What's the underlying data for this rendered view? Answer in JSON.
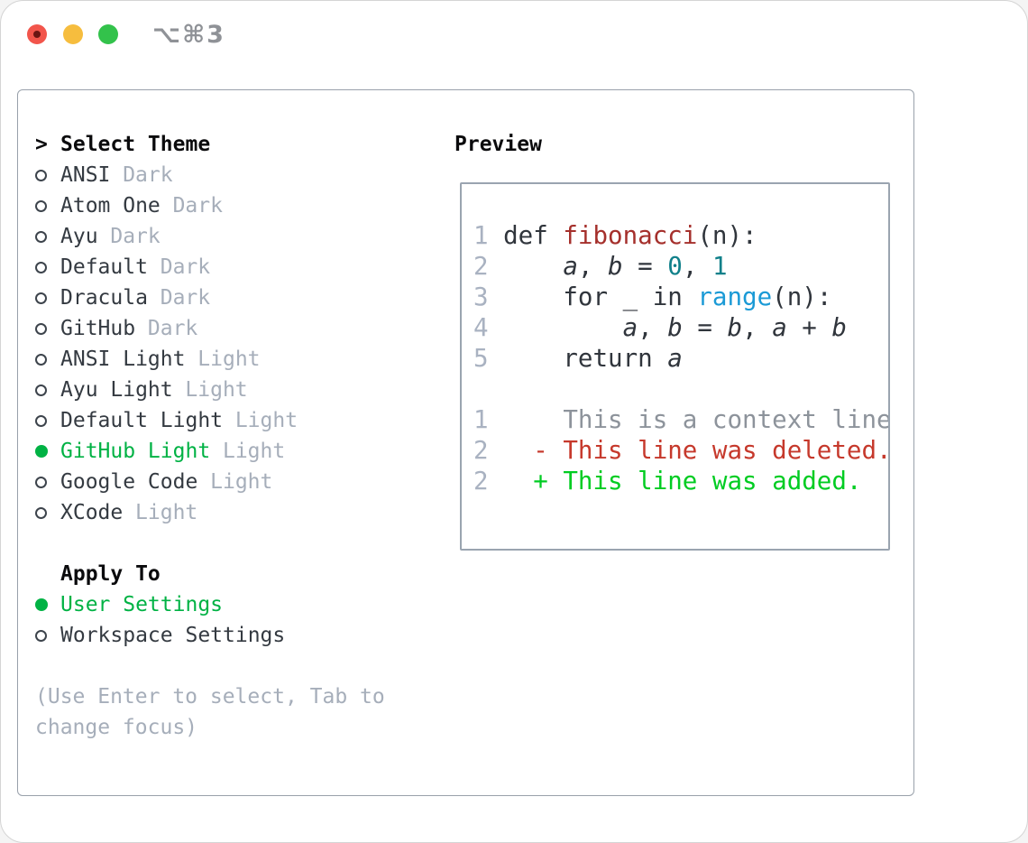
{
  "window": {
    "title_shortcut": "⌥⌘3",
    "traffic_lights": [
      "close",
      "minimize",
      "zoom"
    ]
  },
  "theme_list": {
    "prompt": ">",
    "title": "Select Theme",
    "items": [
      {
        "name": "ANSI",
        "variant": "Dark",
        "selected": false
      },
      {
        "name": "Atom One",
        "variant": "Dark",
        "selected": false
      },
      {
        "name": "Ayu",
        "variant": "Dark",
        "selected": false
      },
      {
        "name": "Default",
        "variant": "Dark",
        "selected": false
      },
      {
        "name": "Dracula",
        "variant": "Dark",
        "selected": false
      },
      {
        "name": "GitHub",
        "variant": "Dark",
        "selected": false
      },
      {
        "name": "ANSI Light",
        "variant": "Light",
        "selected": false
      },
      {
        "name": "Ayu Light",
        "variant": "Light",
        "selected": false
      },
      {
        "name": "Default Light",
        "variant": "Light",
        "selected": false
      },
      {
        "name": "GitHub Light",
        "variant": "Light",
        "selected": true
      },
      {
        "name": "Google Code",
        "variant": "Light",
        "selected": false
      },
      {
        "name": "XCode",
        "variant": "Light",
        "selected": false
      }
    ]
  },
  "apply_to": {
    "title": "Apply To",
    "options": [
      {
        "label": "User Settings",
        "selected": true
      },
      {
        "label": "Workspace Settings",
        "selected": false
      }
    ]
  },
  "hint_lines": [
    "(Use Enter to select, Tab to",
    "change focus)"
  ],
  "preview": {
    "title": "Preview",
    "code_lines": [
      {
        "num": "1",
        "segments": [
          {
            "t": "def ",
            "c": "plain"
          },
          {
            "t": "fibonacci",
            "c": "func"
          },
          {
            "t": "(n):",
            "c": "plain"
          }
        ]
      },
      {
        "num": "2",
        "segments": [
          {
            "t": "    ",
            "c": "plain"
          },
          {
            "t": "a",
            "c": "var"
          },
          {
            "t": ", ",
            "c": "plain"
          },
          {
            "t": "b",
            "c": "var"
          },
          {
            "t": " = ",
            "c": "plain"
          },
          {
            "t": "0",
            "c": "num"
          },
          {
            "t": ", ",
            "c": "plain"
          },
          {
            "t": "1",
            "c": "num"
          }
        ]
      },
      {
        "num": "3",
        "segments": [
          {
            "t": "    for _ in ",
            "c": "plain"
          },
          {
            "t": "range",
            "c": "builtin"
          },
          {
            "t": "(n):",
            "c": "plain"
          }
        ]
      },
      {
        "num": "4",
        "segments": [
          {
            "t": "        ",
            "c": "plain"
          },
          {
            "t": "a",
            "c": "var"
          },
          {
            "t": ", ",
            "c": "plain"
          },
          {
            "t": "b",
            "c": "var"
          },
          {
            "t": " = ",
            "c": "plain"
          },
          {
            "t": "b",
            "c": "var"
          },
          {
            "t": ", ",
            "c": "plain"
          },
          {
            "t": "a",
            "c": "var"
          },
          {
            "t": " + ",
            "c": "plain"
          },
          {
            "t": "b",
            "c": "var"
          }
        ]
      },
      {
        "num": "5",
        "segments": [
          {
            "t": "    return ",
            "c": "plain"
          },
          {
            "t": "a",
            "c": "var"
          }
        ]
      },
      {
        "num": "",
        "segments": []
      },
      {
        "num": "1",
        "segments": [
          {
            "t": "    This is a context line.",
            "c": "context"
          }
        ]
      },
      {
        "num": "2",
        "segments": [
          {
            "t": "  - This line was deleted.",
            "c": "deleted"
          }
        ]
      },
      {
        "num": "2",
        "segments": [
          {
            "t": "  + This line was added.",
            "c": "added"
          }
        ]
      }
    ]
  },
  "colors": {
    "accent_green": "#00b244",
    "added_green": "#00cc22",
    "deleted_red": "#c6392c",
    "func_red": "#a5302c",
    "builtin_blue": "#1b9ad6",
    "number_teal": "#10808a",
    "code_plain": "#30353c",
    "menu_text": "#343a41",
    "heading": "#0b0b0d",
    "muted": "#a6aeba",
    "line_number": "#a9b2c1",
    "context_gray": "#8d939b",
    "panel_border": "#99a1ab",
    "traffic_red": "#f2554b",
    "traffic_yellow": "#f6bd3e",
    "traffic_green": "#33c24b"
  }
}
